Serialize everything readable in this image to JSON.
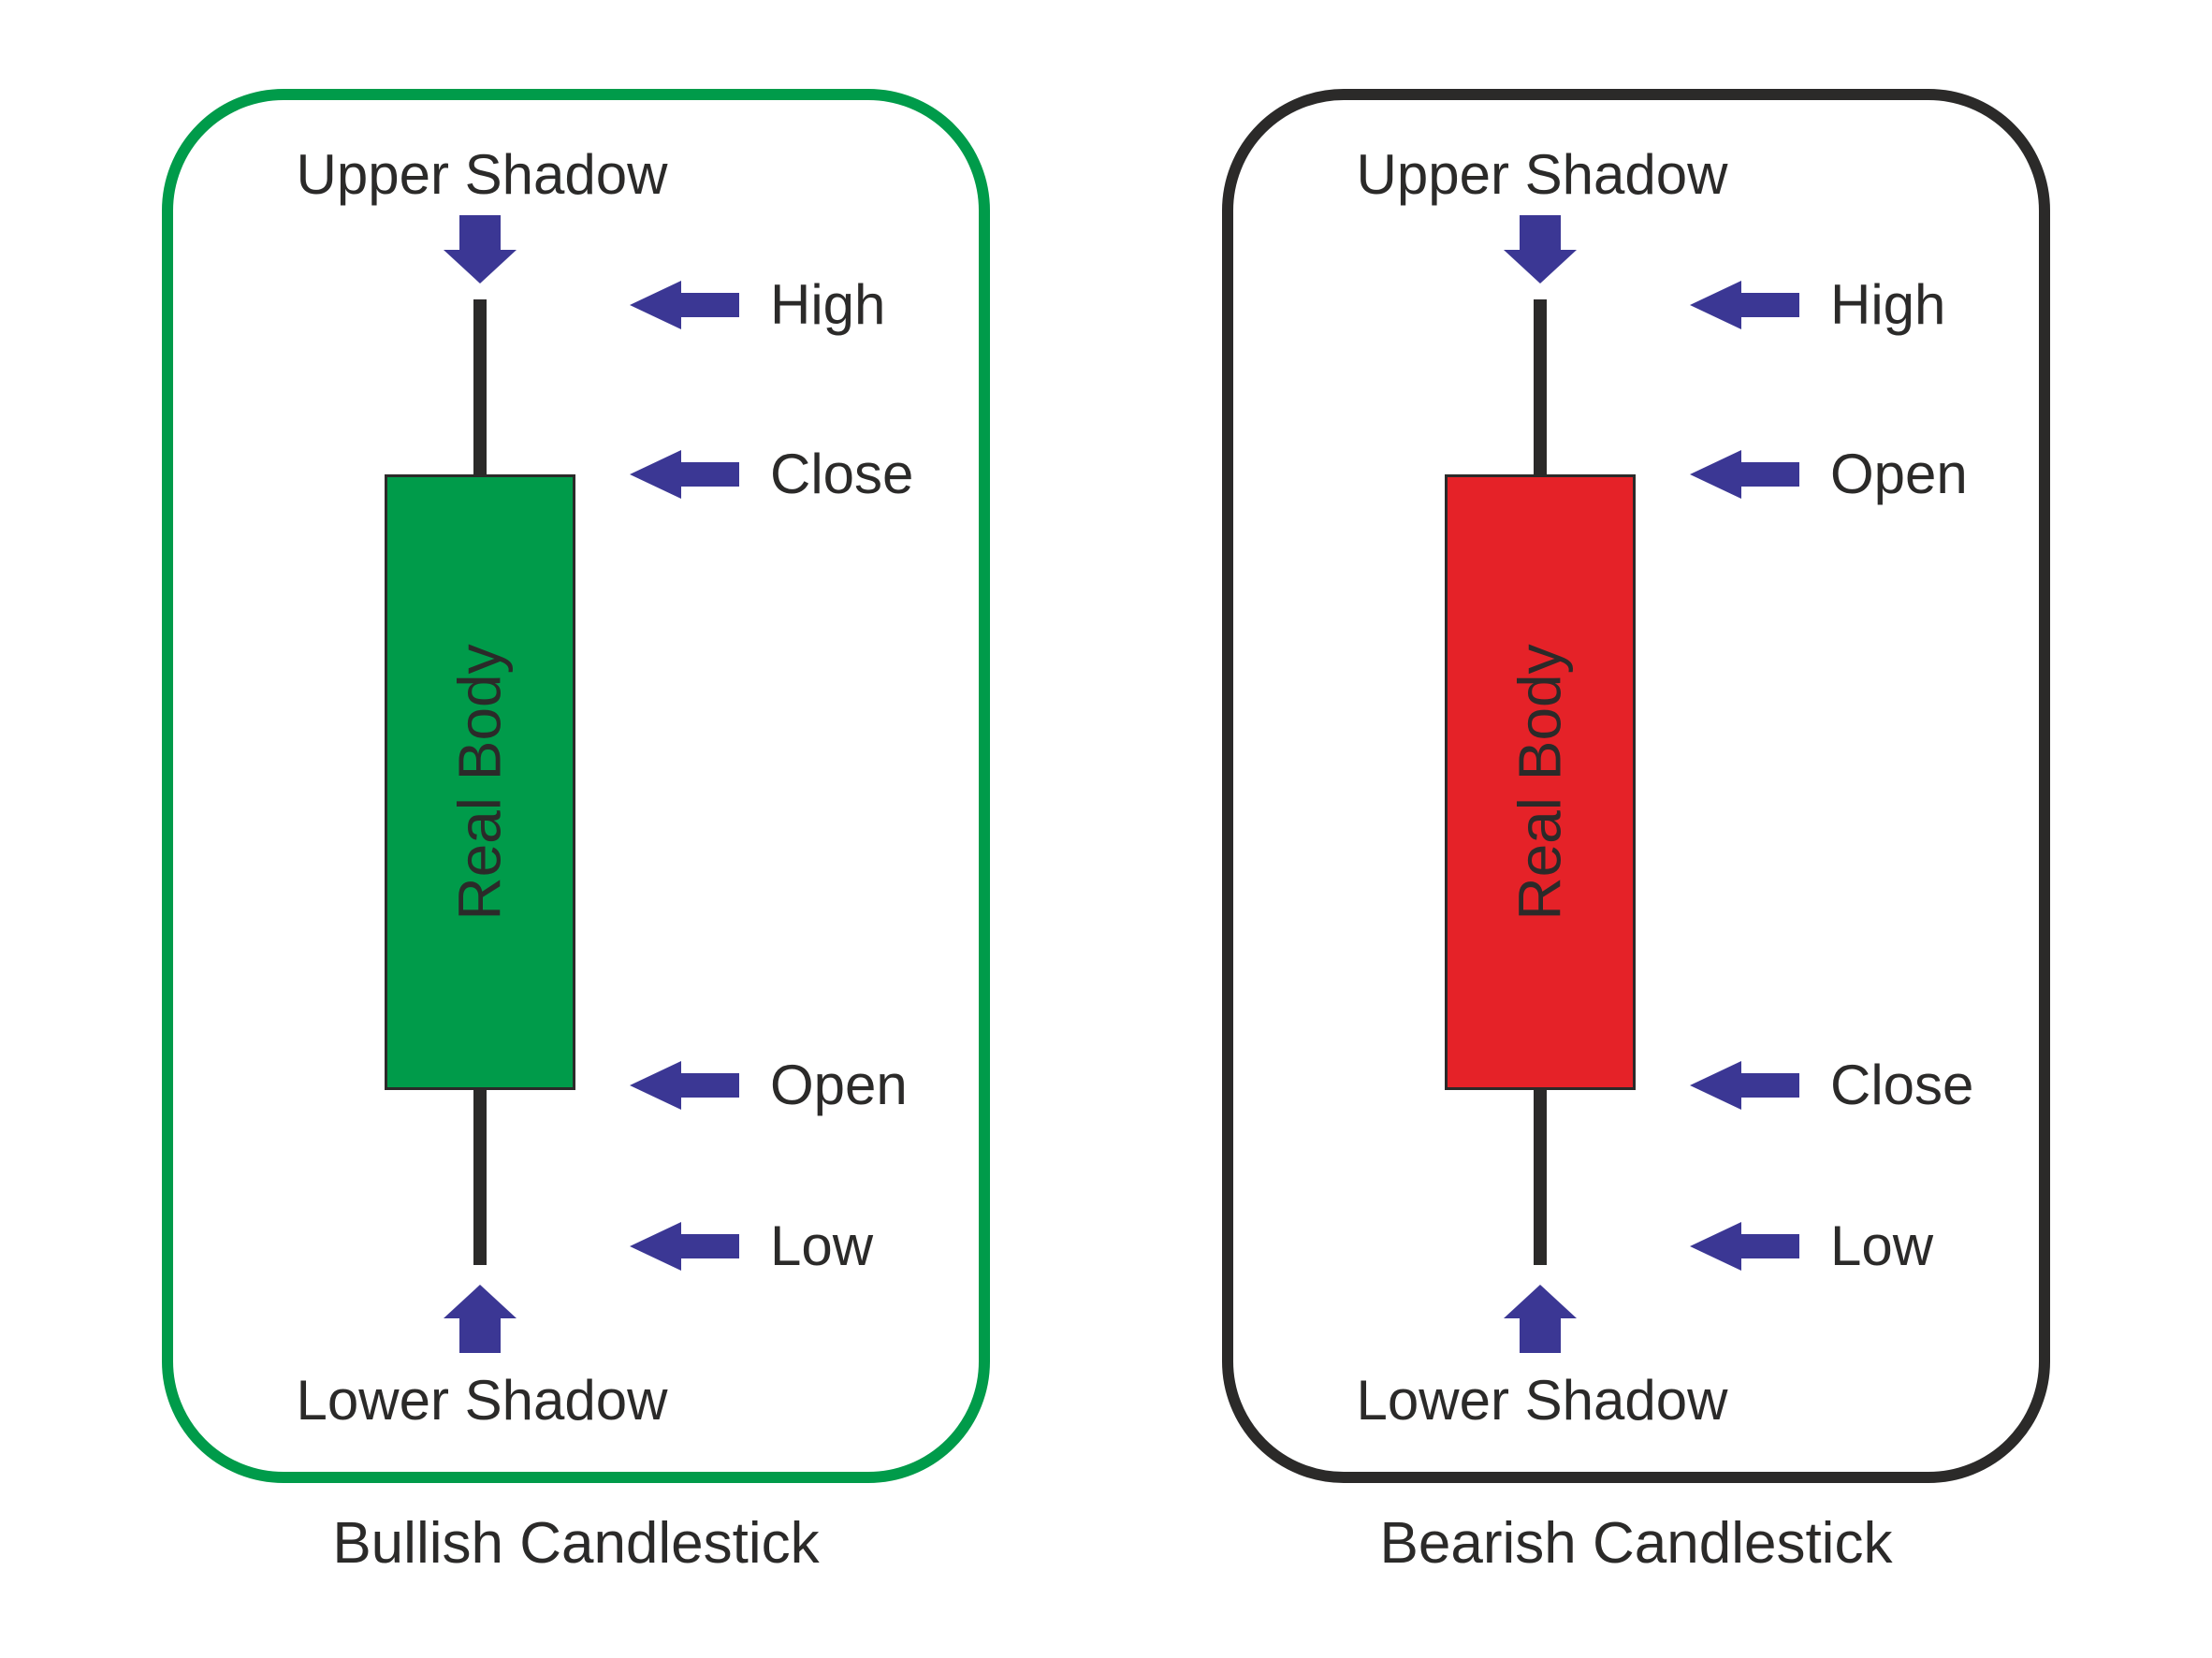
{
  "colors": {
    "ink": "#2B2A29",
    "arrow": "#3B3794",
    "candle_bullish": "#009B4A",
    "candle_bearish": "#E52228",
    "frame_bullish": "#009B4A",
    "frame_bearish": "#2B2A29"
  },
  "panels": [
    {
      "title": "Bullish Candlestick",
      "upper_shadow": "Upper Shadow",
      "lower_shadow": "Lower Shadow",
      "real_body": "Real Body",
      "annotations": {
        "high": "High",
        "body_top": "Close",
        "body_bottom": "Open",
        "low": "Low"
      }
    },
    {
      "title": "Bearish Candlestick",
      "upper_shadow": "Upper Shadow",
      "lower_shadow": "Lower Shadow",
      "real_body": "Real Body",
      "annotations": {
        "high": "High",
        "body_top": "Open",
        "body_bottom": "Close",
        "low": "Low"
      }
    }
  ]
}
